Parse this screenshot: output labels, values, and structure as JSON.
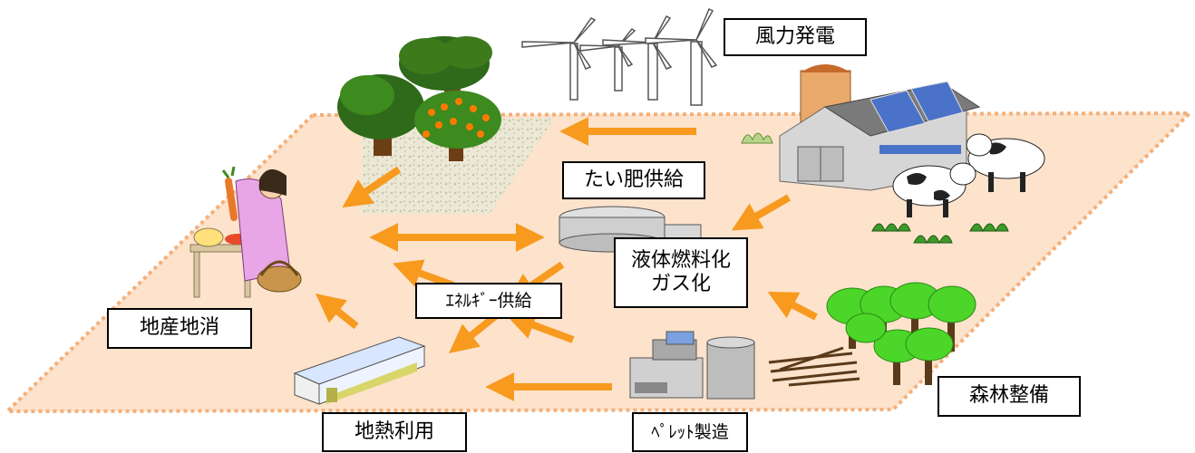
{
  "labels": {
    "wind_power": "風力発電",
    "compost_supply": "たい肥供給",
    "liquid_fuel_line1": "液体燃料化",
    "liquid_fuel_line2": "ガス化",
    "energy_supply": "ｴﾈﾙｷﾞｰ供給",
    "local_consumption": "地産地消",
    "geothermal_use": "地熱利用",
    "pellet_production": "ﾍﾟﾚｯﾄ製造",
    "forest_maintenance": "森林整備"
  },
  "colors": {
    "ground_fill": "#fde2cc",
    "ground_border": "#f4b07a",
    "arrow": "#f79a1e",
    "field_gravel": "#e8e4d4",
    "tree_green": "#3d7a1c",
    "forest_green": "#4cd62a",
    "orange_fruit": "#ff7a00",
    "barn_wall": "#d6d6d6",
    "barn_roof": "#7a7a7a",
    "silo_brick": "#e9a96a",
    "solar_panel": "#4a72c8"
  },
  "icons": [
    "wind-turbine-icon",
    "tree-icon",
    "orange-tree-icon",
    "farmer-icon",
    "barn-icon",
    "cow-icon",
    "compost-tank-icon",
    "greenhouse-icon",
    "pellet-machine-icon",
    "firewood-icon",
    "forest-icon",
    "vegetable-icon"
  ]
}
